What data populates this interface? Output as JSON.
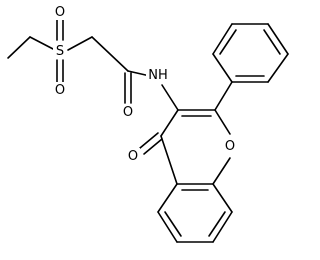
{
  "molecule": {
    "atom_labels": {
      "s": "S",
      "o_sulfonyl_top": "O",
      "o_sulfonyl_bottom": "O",
      "nh": "NH",
      "o_amide": "O",
      "o_ketone": "O",
      "o_ring": "O"
    }
  }
}
